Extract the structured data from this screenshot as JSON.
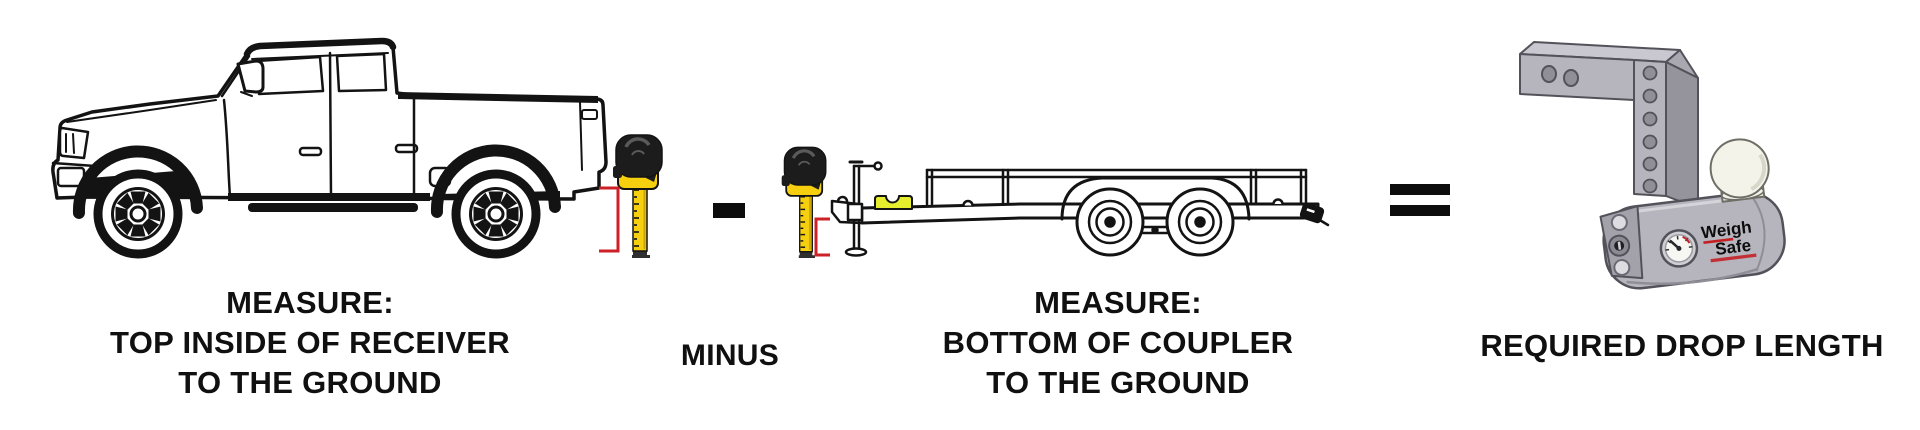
{
  "diagram": {
    "step1": {
      "caption": [
        "MEASURE:",
        "TOP INSIDE OF RECEIVER",
        "TO THE GROUND"
      ]
    },
    "operator1": {
      "symbol": "−",
      "label": "MINUS"
    },
    "step2": {
      "caption": [
        "MEASURE:",
        "BOTTOM OF COUPLER",
        "TO THE GROUND"
      ]
    },
    "operator2": {
      "symbol": "="
    },
    "result": {
      "caption": "REQUIRED DROP LENGTH",
      "product_logo": {
        "line1": "Weigh",
        "line2": "Safe"
      }
    }
  },
  "colors": {
    "ink": "#131313",
    "bracket_red": "#cc2127",
    "tape_yellow": "#f6cf0e",
    "coupler_highlight": "#e6ee2e",
    "hitch_gray": "#b6b5be",
    "hitch_gray_dark": "#95949d",
    "hitch_outline": "#53525a",
    "ball_ivory": "#f4f3ea",
    "logo_red": "#c32026"
  }
}
